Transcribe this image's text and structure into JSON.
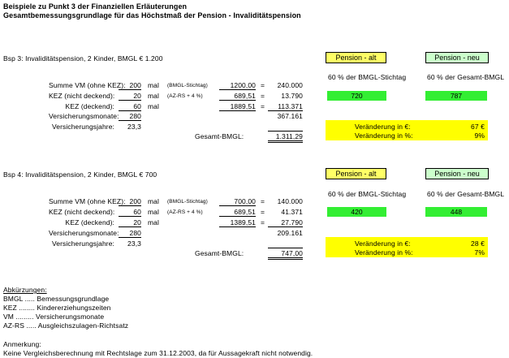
{
  "header": {
    "line1": "Beispiele zu Punkt 3 der Finanziellen Erläuterungen",
    "line2": "Gesamtbemessungsgrundlage für das Höchstmaß der Pension - Invaliditätspension"
  },
  "ex1": {
    "title": "Bsp 3:  Invaliditätspension, 2 Kinder, BMGL € 1.200",
    "pension_alt_label": "Pension - alt",
    "pension_neu_label": "Pension - neu",
    "alt_desc": "60  % der BMGL-Stichtag",
    "neu_desc": "60  % der Gesamt-BMGL",
    "row1": {
      "label": "Summe VM (ohne KEZ):",
      "count": "200",
      "mal": "mal",
      "tag": "(BMGL-Stichtag)",
      "factor": "1200,00",
      "eq": "=",
      "result": "240.000"
    },
    "row2": {
      "label": "KEZ (nicht deckend):",
      "count": "20",
      "mal": "mal",
      "tag": "(AZ-RS + 4 %)",
      "factor": "689,51",
      "eq": "=",
      "result": "13.790"
    },
    "row3": {
      "label": "KEZ (deckend):",
      "count": "60",
      "mal": "mal",
      "factor": "1889,51",
      "eq": "=",
      "result": "113.371"
    },
    "row4": {
      "label": "Versicherungsmonate:",
      "count": "280",
      "result": "367.161"
    },
    "row5": {
      "label": "Versicherungsjahre:",
      "count": "23,3"
    },
    "total_label": "Gesamt-BMGL:",
    "total_value": "1.311,29",
    "alt_value": "720",
    "neu_value": "787",
    "change_eur_label": "Veränderung in €:",
    "change_eur_value": "67 €",
    "change_pct_label": "Veränderung in %:",
    "change_pct_value": "9%"
  },
  "ex2": {
    "title": "Bsp 4:  Invaliditätspension, 2 Kinder, BMGL € 700",
    "pension_alt_label": "Pension - alt",
    "pension_neu_label": "Pension - neu",
    "alt_desc": "60  % der BMGL-Stichtag",
    "neu_desc": "60  % der Gesamt-BMGL",
    "row1": {
      "label": "Summe VM (ohne KEZ):",
      "count": "200",
      "mal": "mal",
      "tag": "(BMGL-Stichtag)",
      "factor": "700,00",
      "eq": "=",
      "result": "140.000"
    },
    "row2": {
      "label": "KEZ (nicht deckend):",
      "count": "60",
      "mal": "mal",
      "tag": "(AZ-RS + 4 %)",
      "factor": "689,51",
      "eq": "=",
      "result": "41.371"
    },
    "row3": {
      "label": "KEZ (deckend):",
      "count": "20",
      "mal": "mal",
      "factor": "1389,51",
      "eq": "=",
      "result": "27.790"
    },
    "row4": {
      "label": "Versicherungsmonate:",
      "count": "280",
      "result": "209.161"
    },
    "row5": {
      "label": "Versicherungsjahre:",
      "count": "23,3"
    },
    "total_label": "Gesamt-BMGL:",
    "total_value": "747,00",
    "alt_value": "420",
    "neu_value": "448",
    "change_eur_label": "Veränderung in €:",
    "change_eur_value": "28 €",
    "change_pct_label": "Veränderung in %:",
    "change_pct_value": "7%"
  },
  "abbr": {
    "title": "Abkürzungen:",
    "items": [
      "BMGL ..... Bemessungsgrundlage",
      "KEZ ........ Kindererziehungszeiten",
      "VM ......... Versicherungsmonate",
      "AZ-RS ..... Ausgleichszulagen-Richtsatz"
    ]
  },
  "note": {
    "title": "Anmerkung:",
    "text": "Keine Vergleichsberechnung mit Rechtslage zum 31.12.2003, da für Aussagekraft nicht notwendig."
  }
}
